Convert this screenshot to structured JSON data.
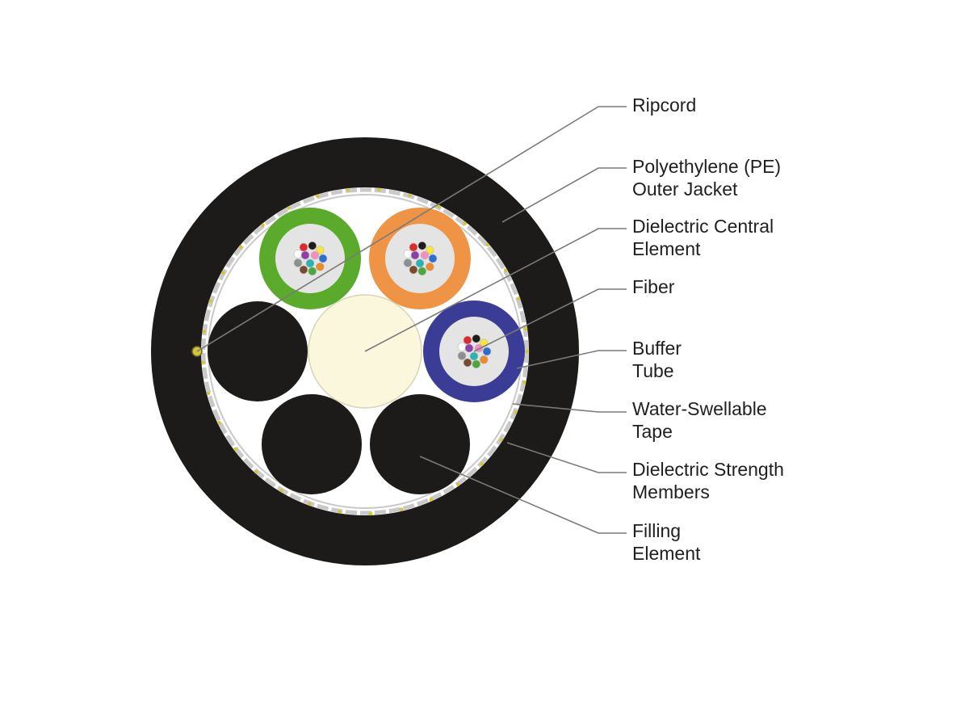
{
  "labels": {
    "ripcord": [
      "Ripcord"
    ],
    "outer_jacket": [
      "Polyethylene (PE)",
      "Outer Jacket"
    ],
    "central_element": [
      "Dielectric Central",
      "Element"
    ],
    "fiber": [
      "Fiber"
    ],
    "buffer_tube": [
      "Buffer",
      "Tube"
    ],
    "tape": [
      "Water-Swellable",
      "Tape"
    ],
    "strength_members": [
      "Dielectric Strength",
      "Members"
    ],
    "filling_element": [
      "Filling",
      "Element"
    ]
  },
  "colors": {
    "jacket": "#1c1b19",
    "cable_core": "#ffffff",
    "tape_edge": "#c9c9c9",
    "strength_yarn": "#d4c436",
    "central_element": "#fbf7dc",
    "filler": "#1c1b19",
    "tube_green": "#5aab2c",
    "tube_orange": "#ef9444",
    "tube_blue": "#3a3c95",
    "gel": "#e4e4e4",
    "leader_line": "#7a7a7a"
  },
  "fiber_colors": [
    "#2a6fd0",
    "#ef8a2a",
    "#4ca83a",
    "#7a4a2c",
    "#8d8f93",
    "#ffffff",
    "#e02a2a",
    "#1c1c1c",
    "#f5e63a",
    "#8e3fa8",
    "#f28fc0",
    "#2ab3b3"
  ]
}
